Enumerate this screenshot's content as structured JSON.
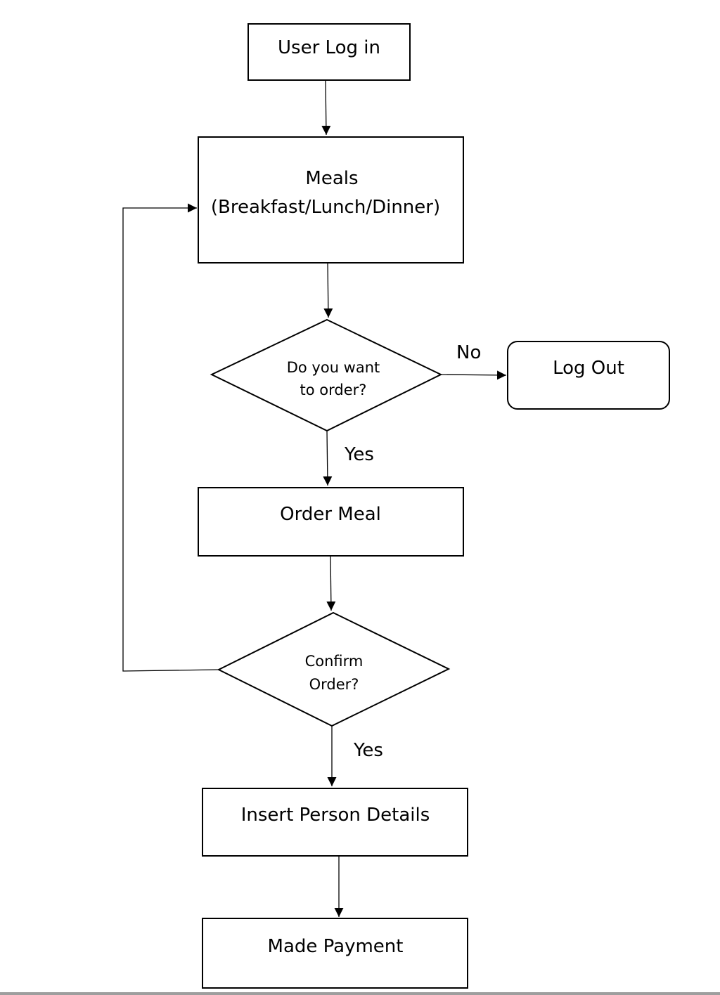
{
  "nodes": {
    "user_login": {
      "label": "User Log in"
    },
    "meals": {
      "line1": "Meals",
      "line2": "(Breakfast/Lunch/Dinner)"
    },
    "want_to_order": {
      "line1": "Do you want",
      "line2": "to order?"
    },
    "log_out": {
      "label": "Log Out"
    },
    "order_meal": {
      "label": "Order Meal"
    },
    "confirm_order": {
      "line1": "Confirm",
      "line2": "Order?"
    },
    "insert_details": {
      "label": "Insert Person Details"
    },
    "made_payment": {
      "label": "Made Payment"
    }
  },
  "edge_labels": {
    "no": "No",
    "yes_after_want": "Yes",
    "yes_after_confirm": "Yes"
  },
  "colors": {
    "stroke": "#000000",
    "background": "#ffffff",
    "bottom_rule": "#9e9e9e"
  }
}
